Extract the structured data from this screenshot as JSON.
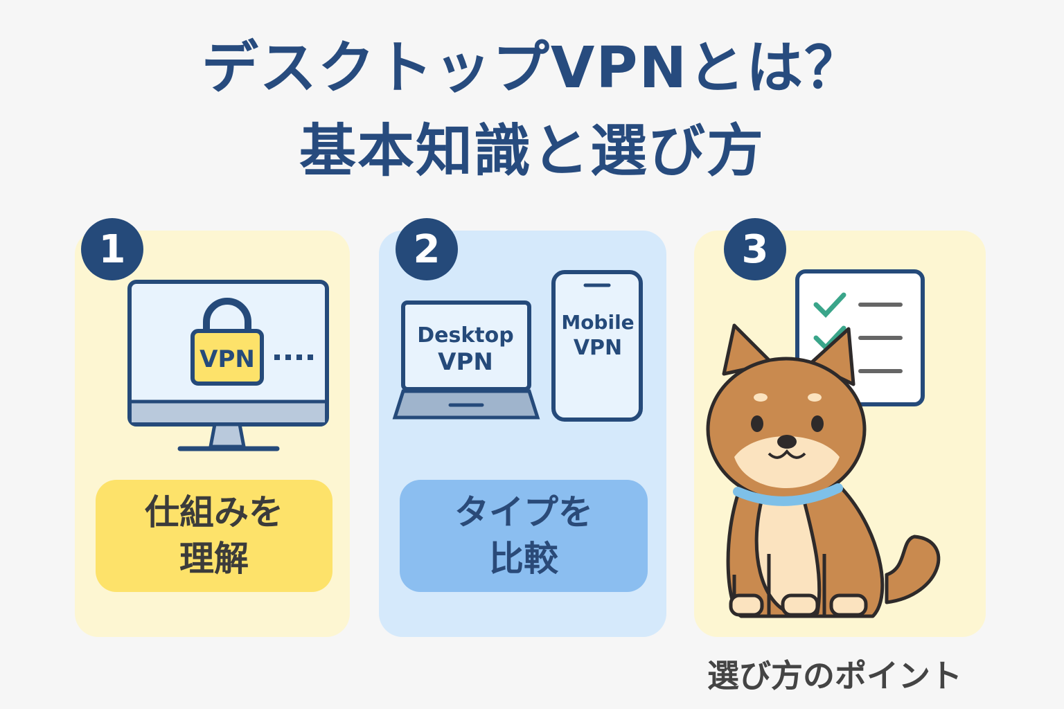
{
  "title": {
    "line1": "デスクトップVPNとは？",
    "line2": "基本知識と選び方"
  },
  "steps": [
    {
      "number": "1",
      "icon_text": "VPN",
      "label": "仕組みを\n理解"
    },
    {
      "number": "2",
      "desktop_text": "Desktop\nVPN",
      "mobile_text": "Mobile\nVPN",
      "desktop_line1": "Desktop",
      "desktop_line2": "VPN",
      "mobile_line1": "Mobile",
      "mobile_line2": "VPN",
      "label": "タイプを\n比較"
    },
    {
      "number": "3",
      "caption": "選び方のポイント"
    }
  ],
  "colors": {
    "navy": "#254a7a",
    "yellow": "#fde26a",
    "blue": "#8bbef0",
    "cream": "#fdf6d2",
    "lightblue": "#d5e9fb"
  }
}
